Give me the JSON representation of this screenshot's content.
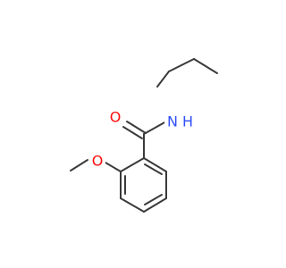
{
  "molecule": {
    "atoms": {
      "O_carbonyl": {
        "label": "O",
        "color": "#ff0d0d"
      },
      "N_amide": {
        "label": "N",
        "color": "#3050f8"
      },
      "H_amide": {
        "label": "H",
        "color": "#3050f8"
      },
      "O_methoxy": {
        "label": "O",
        "color": "#ff0d0d"
      }
    },
    "bond_color": "#3a3a3a"
  }
}
